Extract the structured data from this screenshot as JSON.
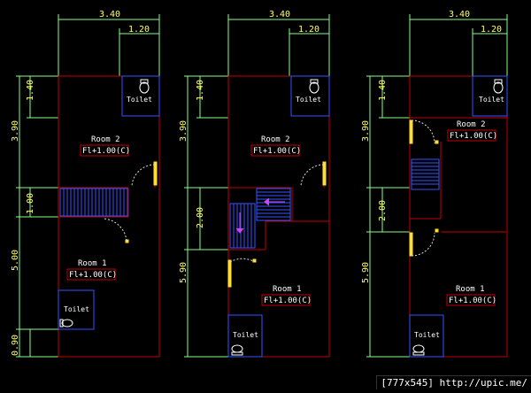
{
  "colors": {
    "background": "#000000",
    "wall": "#c00000",
    "dimension": "#ffff66",
    "extension": "#88ff88",
    "stair": "#3355ff",
    "door": "#ffdd33",
    "text": "#ffffff",
    "arrow": "#cc44ff"
  },
  "plans": [
    {
      "top_width_dim": "3.40",
      "top_inner_dim": "1.20",
      "side_dims": [
        "1.40",
        "3.90",
        "1.00",
        "5.00",
        "0.90"
      ],
      "room_upper": {
        "name": "Room 2",
        "level": "Fl+1.00(C)"
      },
      "room_lower": {
        "name": "Room 1",
        "level": "Fl+1.00(C)"
      },
      "toilet_upper": "Toilet",
      "toilet_lower": "Toilet"
    },
    {
      "top_width_dim": "3.40",
      "top_inner_dim": "1.20",
      "side_dims": [
        "1.40",
        "3.90",
        "2.00",
        "5.90"
      ],
      "room_upper": {
        "name": "Room 2",
        "level": "Fl+1.00(C)"
      },
      "room_lower": {
        "name": "Room 1",
        "level": "Fl+1.00(C)"
      },
      "toilet_upper": "Toilet",
      "toilet_lower": "Toilet"
    },
    {
      "top_width_dim": "3.40",
      "top_inner_dim": "1.20",
      "side_dims": [
        "1.40",
        "3.90",
        "2.00",
        "5.90"
      ],
      "room_upper": {
        "name": "Room 2",
        "level": "Fl+1.00(C)"
      },
      "room_lower": {
        "name": "Room 1",
        "level": "Fl+1.00(C)"
      },
      "toilet_upper": "Toilet",
      "toilet_lower": "Toilet"
    }
  ],
  "watermark": "[777x545] http://upic.me/"
}
